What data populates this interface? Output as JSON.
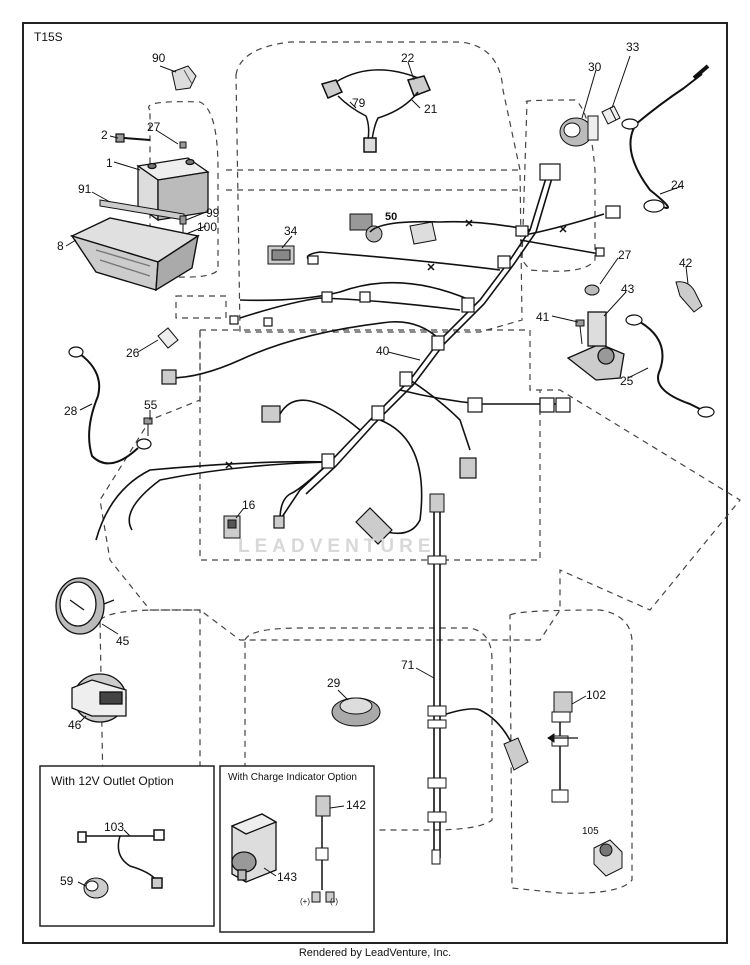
{
  "diagram": {
    "code": "T15S",
    "footer": "Rendered by LeadVenture, Inc.",
    "watermark": "LEADVENTURE",
    "option_boxes": [
      {
        "title": "With 12V Outlet Option",
        "parts": [
          "103",
          "59"
        ]
      },
      {
        "title": "With Charge Indicator Option",
        "parts": [
          "142",
          "143"
        ]
      }
    ],
    "charge_polarity": [
      "(+)",
      "(-)"
    ],
    "callouts": [
      {
        "id": "90"
      },
      {
        "id": "22"
      },
      {
        "id": "79"
      },
      {
        "id": "21"
      },
      {
        "id": "30"
      },
      {
        "id": "33"
      },
      {
        "id": "2"
      },
      {
        "id": "27"
      },
      {
        "id": "1"
      },
      {
        "id": "91"
      },
      {
        "id": "99"
      },
      {
        "id": "100"
      },
      {
        "id": "8"
      },
      {
        "id": "34"
      },
      {
        "id": "50"
      },
      {
        "id": "24"
      },
      {
        "id": "27b",
        "text": "27"
      },
      {
        "id": "42"
      },
      {
        "id": "43"
      },
      {
        "id": "41"
      },
      {
        "id": "26"
      },
      {
        "id": "40"
      },
      {
        "id": "25"
      },
      {
        "id": "28"
      },
      {
        "id": "55"
      },
      {
        "id": "16"
      },
      {
        "id": "45"
      },
      {
        "id": "29"
      },
      {
        "id": "71"
      },
      {
        "id": "102"
      },
      {
        "id": "46"
      },
      {
        "id": "105"
      }
    ]
  }
}
